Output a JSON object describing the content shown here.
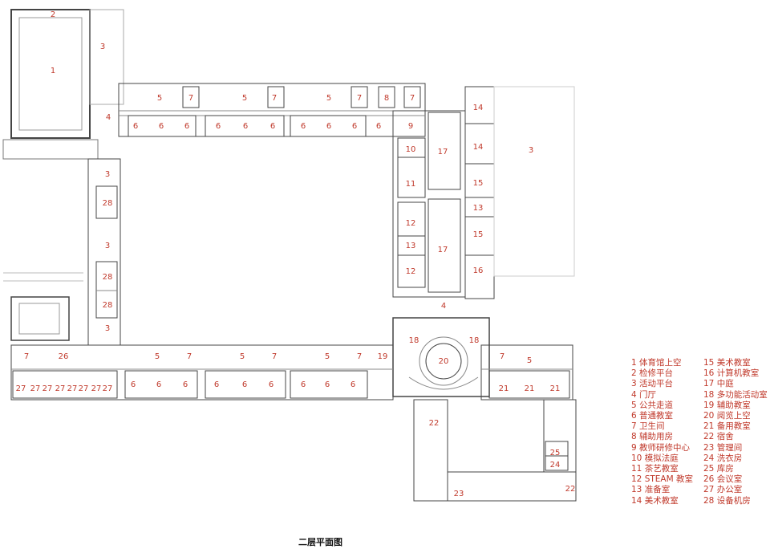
{
  "caption": "二层平面图",
  "legend_col1": [
    "1 体育馆上空",
    "2 检修平台",
    "3 活动平台",
    "4 门厅",
    "5 公共走道",
    "6 普通教室",
    "7 卫生间",
    "8 辅助用房",
    "9 教师研修中心",
    "10 模拟法庭",
    "11 茶艺教室",
    "12 STEAM 教室",
    "13 准备室",
    "14 美术教室"
  ],
  "legend_col2": [
    "15 美术教室",
    "16 计算机教室",
    "17 中庭",
    "18 多功能活动室",
    "19 辅助教室",
    "20 阅览上空",
    "21 备用教室",
    "22 宿舍",
    "23 管理间",
    "24 洗衣房",
    "25 库房",
    "26 会议室",
    "27 办公室",
    "28 设备机房"
  ],
  "room_labels": [
    {
      "t": "2"
    },
    {
      "t": "1"
    },
    {
      "t": "3"
    },
    {
      "t": "4"
    },
    {
      "t": "5"
    },
    {
      "t": "7"
    },
    {
      "t": "5"
    },
    {
      "t": "7"
    },
    {
      "t": "5"
    },
    {
      "t": "7"
    },
    {
      "t": "8"
    },
    {
      "t": "7"
    },
    {
      "t": "6"
    },
    {
      "t": "6"
    },
    {
      "t": "6"
    },
    {
      "t": "6"
    },
    {
      "t": "6"
    },
    {
      "t": "6"
    },
    {
      "t": "6"
    },
    {
      "t": "6"
    },
    {
      "t": "6"
    },
    {
      "t": "6"
    },
    {
      "t": "9"
    },
    {
      "t": "10"
    },
    {
      "t": "17"
    },
    {
      "t": "11"
    },
    {
      "t": "12"
    },
    {
      "t": "13"
    },
    {
      "t": "17"
    },
    {
      "t": "12"
    },
    {
      "t": "14"
    },
    {
      "t": "14"
    },
    {
      "t": "15"
    },
    {
      "t": "13"
    },
    {
      "t": "15"
    },
    {
      "t": "16"
    },
    {
      "t": "3"
    },
    {
      "t": "3"
    },
    {
      "t": "28"
    },
    {
      "t": "3"
    },
    {
      "t": "28"
    },
    {
      "t": "28"
    },
    {
      "t": "3"
    },
    {
      "t": "4"
    },
    {
      "t": "18"
    },
    {
      "t": "20"
    },
    {
      "t": "18"
    },
    {
      "t": "7"
    },
    {
      "t": "26"
    },
    {
      "t": "5"
    },
    {
      "t": "7"
    },
    {
      "t": "5"
    },
    {
      "t": "7"
    },
    {
      "t": "5"
    },
    {
      "t": "7"
    },
    {
      "t": "19"
    },
    {
      "t": "7"
    },
    {
      "t": "5"
    },
    {
      "t": "27"
    },
    {
      "t": "27"
    },
    {
      "t": "27"
    },
    {
      "t": "27"
    },
    {
      "t": "27"
    },
    {
      "t": "27"
    },
    {
      "t": "27"
    },
    {
      "t": "27"
    },
    {
      "t": "6"
    },
    {
      "t": "6"
    },
    {
      "t": "6"
    },
    {
      "t": "6"
    },
    {
      "t": "6"
    },
    {
      "t": "6"
    },
    {
      "t": "6"
    },
    {
      "t": "6"
    },
    {
      "t": "6"
    },
    {
      "t": "21"
    },
    {
      "t": "21"
    },
    {
      "t": "21"
    },
    {
      "t": "22"
    },
    {
      "t": "25"
    },
    {
      "t": "24"
    },
    {
      "t": "23"
    },
    {
      "t": "22"
    }
  ]
}
